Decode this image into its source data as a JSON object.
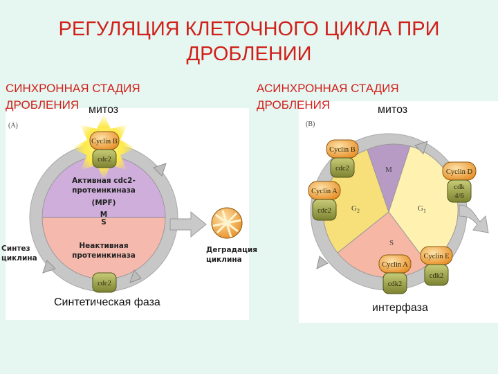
{
  "title_line1": "РЕГУЛЯЦИЯ КЛЕТОЧНОГО ЦИКЛА ПРИ",
  "title_line2": "ДРОБЛЕНИИ",
  "sync_line1": "СИНХРОННАЯ СТАДИЯ",
  "sync_line2": "ДРОБЛЕНИЯ",
  "async_line1": "АСИНХРОННАЯ СТАДИЯ",
  "async_line2": "ДРОБЛЕНИЯ",
  "left": {
    "letter": "(A)",
    "mitosis": "митоз",
    "cyclin_b": "Cyclin B",
    "cdc2_top": "cdc2",
    "cdc2_bottom": "cdc2",
    "active_l1": "Активная cdc2-",
    "active_l2": "протеинкиназа",
    "active_l3": "(MPF)",
    "m": "M",
    "s": "S",
    "inactive_l1": "Неактивная",
    "inactive_l2": "протеинкиназа",
    "synth_l1": "Синтез",
    "synth_l2": "циклина",
    "degr_l1": "Деградация",
    "degr_l2": "циклина",
    "synthetic_phase": "Синтетическая фаза"
  },
  "right": {
    "letter": "(B)",
    "mitosis": "митоз",
    "interphase": "интерфаза",
    "m": "M",
    "g1": "G",
    "g1_sub": "1",
    "g2": "G",
    "g2_sub": "2",
    "s": "S",
    "cyclin_b": "Cyclin B",
    "cdc2_b": "cdc2",
    "cyclin_a_left": "Cyclin A",
    "cdc2_a": "cdc2",
    "cyclin_d": "Cyclin D",
    "cdk46_l1": "cdk",
    "cdk46_l2": "4/6",
    "cyclin_a_bottom": "Cyclin A",
    "cdk2_a": "cdk2",
    "cyclin_e": "Cyclin E",
    "cdk2_e": "cdk2"
  },
  "colors": {
    "title": "#d0201a",
    "active_zone": "#cfaedc",
    "inactive_zone": "#f6b9ae",
    "ring": "#c8c8c8",
    "cyclin": "#f2a73a",
    "cdk": "#9ea449",
    "g1": "#fff1b0",
    "g2": "#f7df7a",
    "m_phase": "#b79bc5",
    "s_phase": "#f6b7a5"
  }
}
